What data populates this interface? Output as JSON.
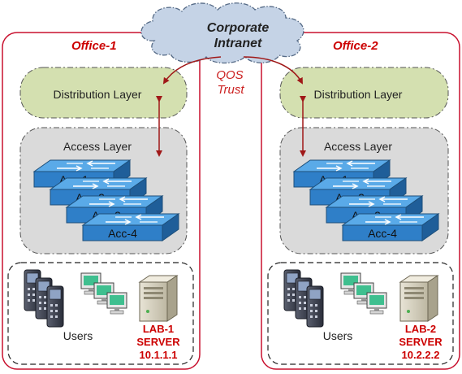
{
  "cloud": {
    "line1": "Corporate",
    "line2": "Intranet"
  },
  "qos": {
    "line1": "QOS",
    "line2": "Trust"
  },
  "office1": {
    "title": "Office-1",
    "distribution": "Distribution Layer",
    "access": "Access Layer",
    "switches": [
      "Acc-1",
      "Acc-2",
      "Acc-3",
      "Acc-4"
    ],
    "users": "Users",
    "server": {
      "line1": "LAB-1",
      "line2": "SERVER",
      "line3": "10.1.1.1"
    }
  },
  "office2": {
    "title": "Office-2",
    "distribution": "Distribution Layer",
    "access": "Access Layer",
    "switches": [
      "Acc-1",
      "Acc-2",
      "Acc-3",
      "Acc-4"
    ],
    "users": "Users",
    "server": {
      "line1": "LAB-2",
      "line2": "SERVER",
      "line3": "10.2.2.2"
    }
  },
  "colors": {
    "office_border": "#c8102e",
    "accent_red": "#cc0000",
    "distribution_fill": "#d4e0b0",
    "access_fill": "#dadada",
    "cloud_fill": "#c5d3e6",
    "switch_fill": "#3a8fd8",
    "dark_red_arrow": "#a01818"
  }
}
